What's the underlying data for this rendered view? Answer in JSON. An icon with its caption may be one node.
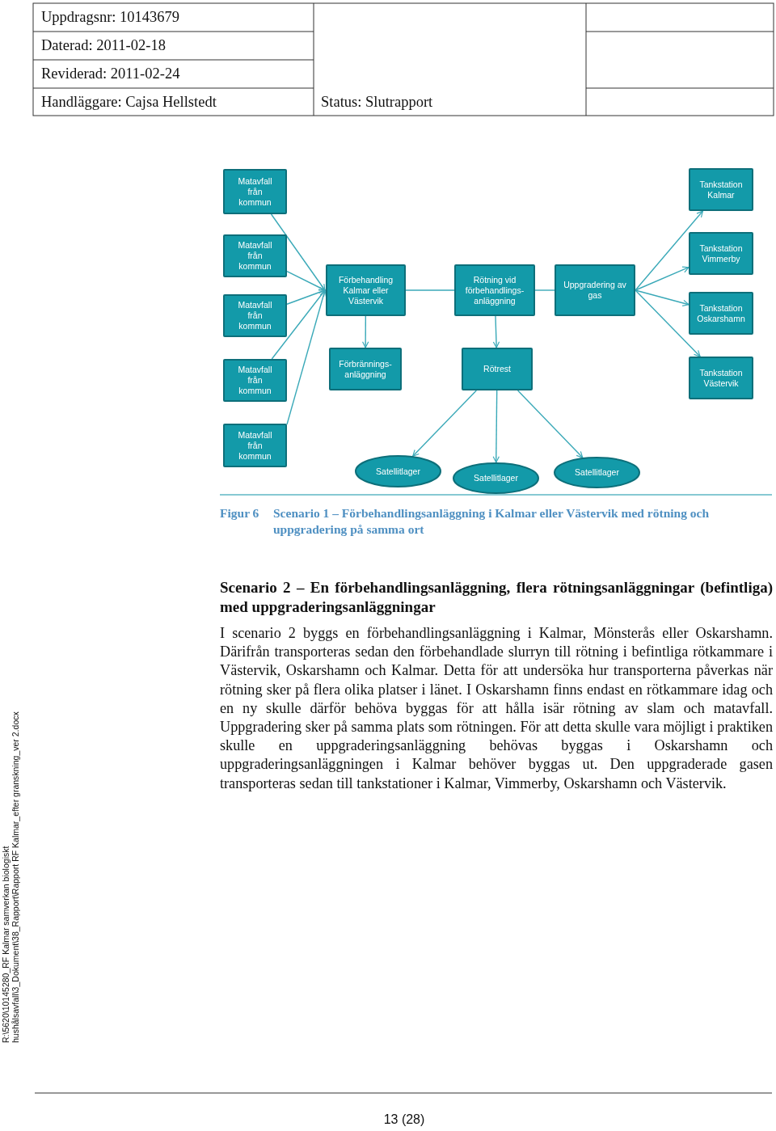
{
  "diagram": {
    "caption": "Scenario 1 – Förbehandlingsanläggning i Kalmar eller Västervik med rötning och uppgradering på samma ort",
    "nodes": [
      {
        "text": [
          "Matavfall från kommun"
        ]
      },
      {
        "text": [
          "Tankstation Kalmar"
        ]
      },
      {
        "text": [
          "Matavfall från kommun"
        ]
      },
      {
        "text": [
          "Tankstation Vimmerby"
        ]
      },
      {
        "text": [
          "Förbehandling Kalmar eller Västervik"
        ]
      },
      {
        "text": [
          "Rötning vid förbehandlings- anläggning"
        ]
      },
      {
        "text": [
          "Uppgradering av gas"
        ]
      },
      {
        "text": [
          "Matavfall från kommun"
        ]
      },
      {
        "text": [
          "Tankstation Oskarshamn"
        ]
      },
      {
        "text": [
          "Matavfall från kommun"
        ]
      },
      {
        "text": [
          "Förbrännings- anläggning"
        ]
      },
      {
        "text": [
          "Rötrest"
        ]
      },
      {
        "text": [
          "Tankstation Västervik"
        ]
      },
      {
        "text": [
          "Matavfall från kommun"
        ]
      },
      {
        "text": [
          "Satellitlager"
        ]
      },
      {
        "text": [
          "Satellitlager"
        ]
      },
      {
        "text": [
          "Satellitlager"
        ]
      }
    ],
    "edges": [
      {
        "from": 0,
        "to": 4,
        "arrow": "to"
      },
      {
        "from": 2,
        "to": 4,
        "arrow": "to"
      },
      {
        "from": 7,
        "to": 4,
        "arrow": "to"
      },
      {
        "from": 9,
        "to": 4,
        "arrow": "to"
      },
      {
        "from": 13,
        "to": 4,
        "arrow": "to"
      },
      {
        "from": 4,
        "to": 5,
        "arrow": "none"
      },
      {
        "from": 5,
        "to": 6,
        "arrow": "none"
      },
      {
        "from": 6,
        "to": 1,
        "arrow": "to"
      },
      {
        "from": 6,
        "to": 3,
        "arrow": "to"
      },
      {
        "from": 6,
        "to": 8,
        "arrow": "to"
      },
      {
        "from": 6,
        "to": 12,
        "arrow": "to"
      },
      {
        "from": 4,
        "to": 10,
        "arrow": "to"
      },
      {
        "from": 5,
        "to": 11,
        "arrow": "to"
      },
      {
        "from": 11,
        "to": 14,
        "arrow": "to"
      },
      {
        "from": 11,
        "to": 15,
        "arrow": "to"
      },
      {
        "from": 11,
        "to": 16,
        "arrow": "to"
      }
    ],
    "labels": [
      "Uppdragsnr: 10143679",
      "Daterad: 2011-02-18",
      "Reviderad: 2011-02-24",
      "Handläggare: Cajsa Hellstedt",
      "Status: Slutrapport",
      "Figur 6",
      "Scenario 2 – En förbehandlingsanläggning, flera rötningsanläggningar (befintliga) med uppgraderingsanläggningar",
      "I scenario 2 byggs en förbehandlingsanläggning i Kalmar, Mönsterås eller Oskarshamn. Därifrån transporteras sedan den förbehandlade slurryn till rötning i befintliga rötkammare i Västervik, Oskarshamn och Kalmar. Detta för att undersöka hur transporterna påverkas när rötning sker på flera olika platser i länet. I Oskarshamn finns endast en rötkammare idag och en ny skulle därför behöva byggas för att hålla isär rötning av slam och matavfall. Uppgradering sker på samma plats som rötningen. För att detta skulle vara möjligt i praktiken skulle en uppgraderingsanläggning behövas byggas i Oskarshamn och uppgraderingsanläggningen i Kalmar behöver byggas ut. Den uppgraderade gasen transporteras sedan till tankstationer i Kalmar, Vimmerby, Oskarshamn och Västervik.",
      "R:\\5620\\10145280_RF Kalmar samverkan biologiskt",
      "hushålsavfall\\3_Dokument\\38_Rapport\\Rapport RF Kalmar_efter granskning_ver 2.docx",
      "13 (28)"
    ]
  }
}
